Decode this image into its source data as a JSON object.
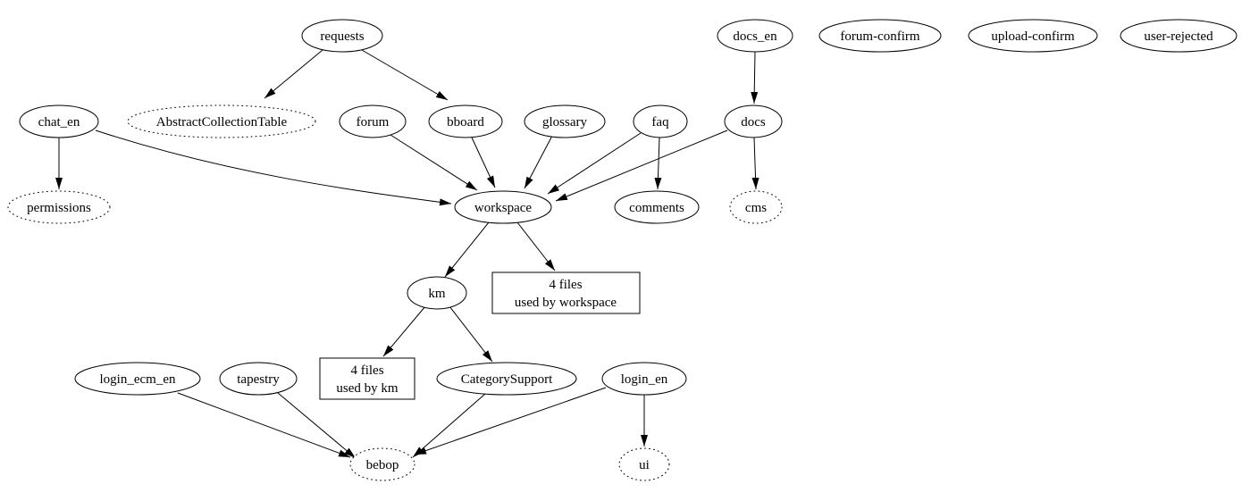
{
  "diagram": {
    "nodes": {
      "requests": "requests",
      "docs_en": "docs_en",
      "forum_confirm": "forum-confirm",
      "upload_confirm": "upload-confirm",
      "user_rejected": "user-rejected",
      "chat_en": "chat_en",
      "abstract_collection_table": "AbstractCollectionTable",
      "forum": "forum",
      "bboard": "bboard",
      "glossary": "glossary",
      "faq": "faq",
      "docs": "docs",
      "permissions": "permissions",
      "workspace": "workspace",
      "comments": "comments",
      "cms": "cms",
      "km": "km",
      "login_ecm_en": "login_ecm_en",
      "tapestry": "tapestry",
      "category_support": "CategorySupport",
      "login_en": "login_en",
      "bebop": "bebop",
      "ui": "ui"
    },
    "boxes": {
      "files_workspace": {
        "line1": "4 files",
        "line2": "used by workspace"
      },
      "files_km": {
        "line1": "4 files",
        "line2": "used by km"
      }
    }
  }
}
